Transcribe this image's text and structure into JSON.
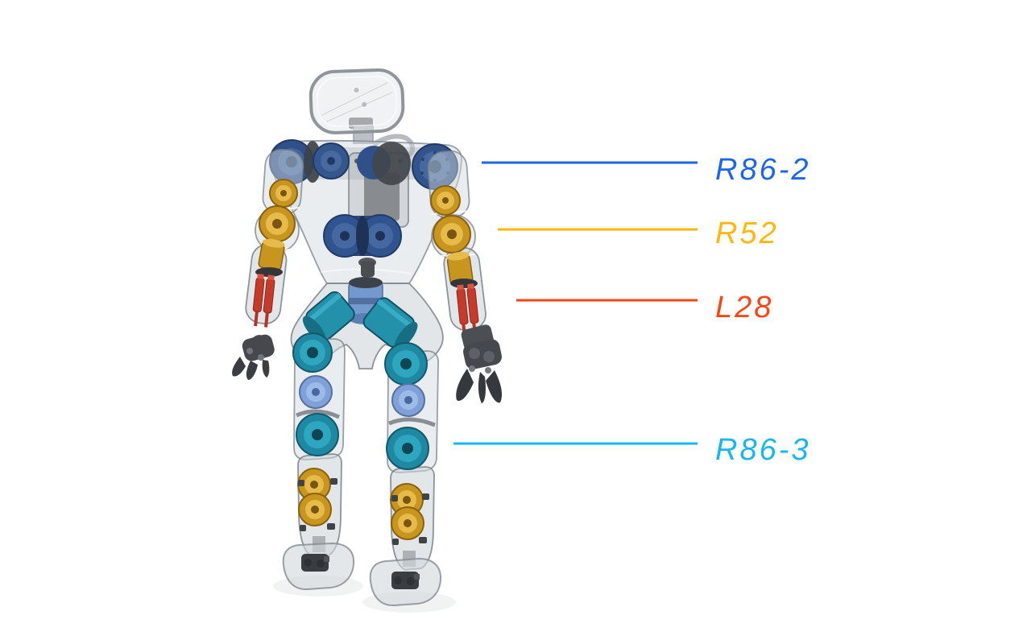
{
  "figure_name": "humanoid-robot-actuator-diagram",
  "background_color": "#ffffff",
  "robot": {
    "description": "transparent humanoid robot rear view with colored actuators",
    "shell_color": "#c9ced4",
    "component_colors": {
      "shoulder_and_waist_actuators": "#30508a",
      "arm_actuators": "#d9a62e",
      "forearm_actuators": "#c43b2b",
      "hip_and_knee_actuators": "#1f89a3",
      "thigh_actuators": "#7fa1d8",
      "shin_actuators": "#c8951f",
      "hands_feet": "#3a3e42"
    }
  },
  "callouts": [
    {
      "label": "R86-2",
      "color": "#1e66e8"
    },
    {
      "label": "R52",
      "color": "#ffb70c"
    },
    {
      "label": "L28",
      "color": "#fa4514"
    },
    {
      "label": "R86-3",
      "color": "#17b6ee"
    }
  ]
}
